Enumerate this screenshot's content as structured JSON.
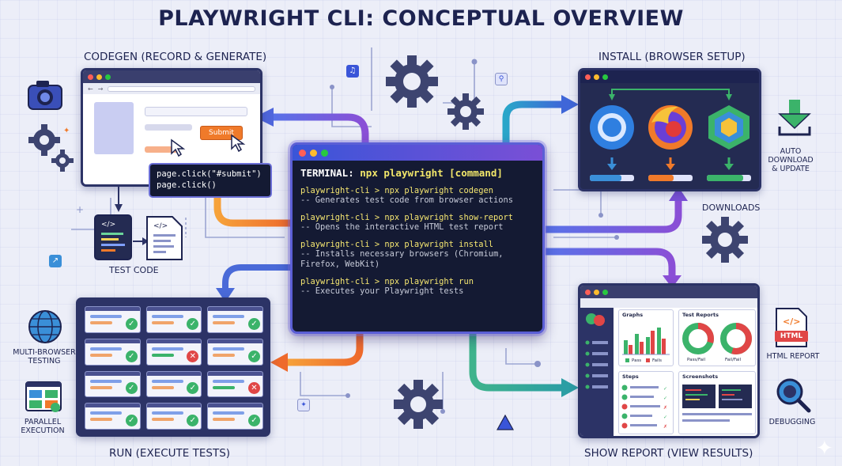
{
  "title": "PLAYWRIGHT CLI: CONCEPTUAL OVERVIEW",
  "sections": {
    "codegen": "CODEGEN (RECORD & GENERATE)",
    "install": "INSTALL (BROWSER SETUP)",
    "run": "RUN (EXECUTE TESTS)",
    "show_report": "SHOW REPORT (VIEW RESULTS)"
  },
  "labels": {
    "test_code": "TEST CODE",
    "downloads": "DOWNLOADS",
    "auto_download": "AUTO\nDOWNLOAD\n& UPDATE",
    "multi_browser": "MULTI-BROWSER\nTESTING",
    "parallel": "PARALLEL\nEXECUTION",
    "html_report": "HTML REPORT",
    "debugging": "DEBUGGING"
  },
  "codegen": {
    "submit_button": "Submit",
    "code_lines": [
      "page.click(\"#submit\")",
      "page.click()"
    ]
  },
  "terminal": {
    "header_prefix": "TERMINAL:",
    "header_command": "npx playwright [command]",
    "commands": [
      {
        "cmd": "playwright-cli > npx playwright codegen",
        "desc": "-- Generates test code from browser actions"
      },
      {
        "cmd": "playwright-cli > npx playwright show-report",
        "desc": "-- Opens the interactive HTML test report"
      },
      {
        "cmd": "playwright-cli > npx playwright install",
        "desc": "-- Installs necessary browsers (Chromium,\nFirefox, WebKit)"
      },
      {
        "cmd": "playwright-cli > npx playwright run",
        "desc": "-- Executes your Playwright tests"
      }
    ]
  },
  "report": {
    "panels": [
      "Graphs",
      "Test Reports",
      "Steps",
      "Screenshots"
    ],
    "legend_pass": "Pass",
    "legend_fail": "Fails",
    "pass_fail_1": "Pass/Fail",
    "pass_fail_2": "Fail/Fail",
    "html_badge": "HTML"
  },
  "run_grid": [
    "pass",
    "pass",
    "pass",
    "pass",
    "fail",
    "pass",
    "pass",
    "pass",
    "fail",
    "pass",
    "pass",
    "pass"
  ],
  "colors": {
    "navy": "#2c3366",
    "accent_blue": "#3a55d8",
    "accent_purple": "#7a4fd6",
    "orange": "#f07a2a",
    "green": "#3bb36a",
    "red": "#e04646",
    "yellow_text": "#f6e771"
  }
}
